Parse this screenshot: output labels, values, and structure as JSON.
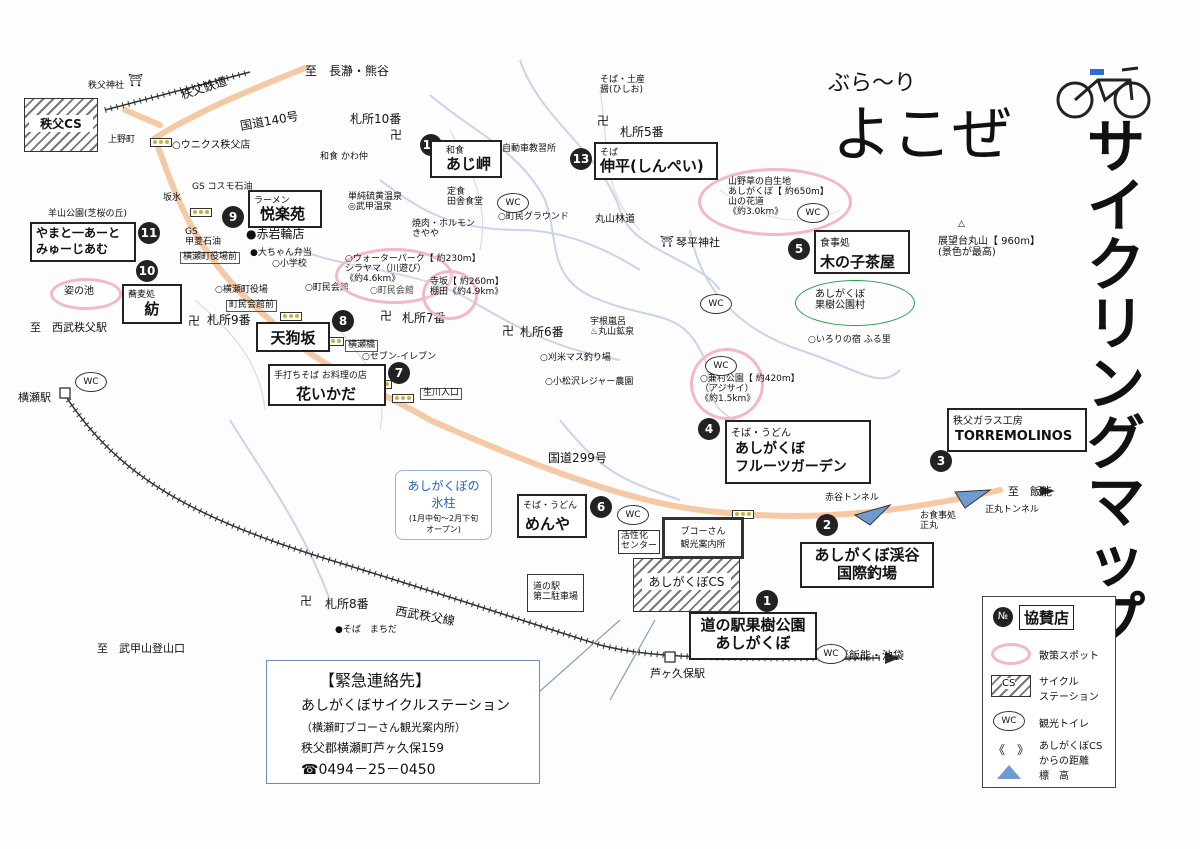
{
  "title": {
    "pre": "ぶら～り",
    "main": "よこぜ",
    "vertical": "サイクリングマップ"
  },
  "roads": {
    "route140": "国道140号",
    "route299": "国道299号",
    "chichibu_rail": "秩父鉄道",
    "seibu_line": "西武秩父線",
    "to_nagatoro": "至　長瀞・熊谷",
    "to_hanno_top": "至　飯能",
    "to_hanno_ikebukuro": "至飯能・池袋",
    "to_seibu_chichibu": "至　西武秩父駅",
    "to_buko": "至　武甲山登山口"
  },
  "stations": {
    "yokoze": "横瀬駅",
    "ashigakubo": "芦ヶ久保駅",
    "uenocho": "上野町",
    "chichibu_shrine": "秩父神社",
    "chichibu_cs": "秩父CS"
  },
  "sponsors": [
    {
      "no": "1",
      "category": "",
      "name": "道の駅果樹公園\nあしがくぼ"
    },
    {
      "no": "2",
      "category": "",
      "name": "あしがくぼ渓谷\n国際釣場"
    },
    {
      "no": "3",
      "category": "秩父ガラス工房",
      "name": "TORREMOLINOS"
    },
    {
      "no": "4",
      "category": "そば・うどん",
      "name": "あしがくぼ\nフルーツガーデン"
    },
    {
      "no": "5",
      "category": "食事処",
      "name": "木の子茶屋"
    },
    {
      "no": "6",
      "category": "そば・うどん",
      "name": "めんや"
    },
    {
      "no": "7",
      "category": "手打ちそば お料理の店",
      "name": "花いかだ"
    },
    {
      "no": "8",
      "category": "",
      "name": "天狗坂"
    },
    {
      "no": "9",
      "category": "ラーメン",
      "name": "悦楽苑"
    },
    {
      "no": "10",
      "category": "蕎麦処",
      "name": "紡"
    },
    {
      "no": "11",
      "category": "羊山公園(芝桜の丘)",
      "name": "やまと一あーと\nみゅーじあむ"
    },
    {
      "no": "12",
      "category": "和食",
      "name": "あじ岬"
    },
    {
      "no": "13",
      "category": "そば",
      "name": "伸平(しんぺい)"
    }
  ],
  "spots": {
    "yamanohanamichi": "山野草の自生地\nあしがくぼ【 約650m】\n山の花道\n《約3.0km》",
    "waterpark": "○ウォーターパーク【 約230m】\nシラヤマ（川遊び）\n《約4.6km》",
    "terasaka": "寺坂【 約260m】\n棚田《約4.9km》",
    "kenmura": "○兼村公園【 約420m】\n（アジサイ）\n《約1.5km》",
    "sugata_pond": "姿の池",
    "tenbodai": "展望台丸山【 960m】\n(景色が最高)"
  },
  "places": {
    "unicus": "○ウニクス秩父店",
    "sakahi": "坂氷",
    "cosmo": "GS コスモ石油",
    "kobishi": "GS\n甲菱石油",
    "yokoze_office_front": "横瀬町役場前",
    "akaiwa": "●赤岩輪店",
    "daiyaki": "●大ちゃん弁当",
    "elementary": "○小学校",
    "town_office": "○横瀬町役場",
    "community_hall": "○町民会館",
    "town_hall_front": "町民会館前",
    "town_hall2": "○町民会館",
    "seven": "○セブン-イレブン",
    "yokoze_bridge": "横瀬橋",
    "ikusegawa": "生川入口",
    "jidosha": "自動車教習所",
    "kawanaka": "和食 かわ仲",
    "shokudo": "定食\n田舎食堂",
    "yakiniku": "焼肉・ホルモン\nきやや",
    "tanmachi_onsen": "単純硫黄温泉\n◎武甲温泉",
    "ground": "○町民グラウンド",
    "soba_hishio": "そば・土産\n醤(ひしお)",
    "maruyama_rindo": "丸山林道",
    "kotohira": "琴平神社",
    "fruit_village": "あしがくぼ\n果樹公園村",
    "irori": "○いろりの宿 ふる里",
    "kariyone": "○刈米マス釣り場",
    "komatsuzawa": "○小松沢レジャー農園",
    "mukaiyama": "宇根嵐呂\n♨丸山鉱泉",
    "hyochu_title": "あしがくぼの\n氷柱",
    "hyochu_period": "(1月中旬～2月下旬\nオープン)",
    "kasseika": "活性化\nセンター",
    "bukosan_info": "ブコーさん\n観光案内所",
    "michinoeki_parking": "道の駅\n第二駐車場",
    "ashigakubo_cs": "あしがくぼCS",
    "akaya_tunnel": "赤谷トンネル",
    "shomaru_tunnel": "正丸トンネル",
    "shokujidokoro": "お食事処\n正丸",
    "soba_machida": "●そば　まちだ"
  },
  "fudasho": [
    "札所10番",
    "札所5番",
    "札所7番",
    "札所6番",
    "札所9番",
    "札所8番"
  ],
  "wc": "WC",
  "emergency": {
    "title": "【緊急連絡先】",
    "name": "あしがくぼサイクルステーション",
    "sub": "（横瀬町ブコーさん観光案内所）",
    "address": "秩父郡横瀬町芦ヶ久保159",
    "tel": "☎0494－25－0450"
  },
  "legend": {
    "no_label": "№",
    "no_text": "協賛店",
    "spot": "散策スポット",
    "cs": "サイクル\nステーション",
    "wc": "観光トイレ",
    "distance": "あしがくぼCS\nからの距離",
    "altitude": "標　高",
    "cs_mark": "CS",
    "bracket_mark": "《　》"
  },
  "colors": {
    "road": "#f5c9a4",
    "stream": "#c9d3ee",
    "spot_ring": "#f2b8c3",
    "hyochu": "#2b62b8",
    "sakura": "#22a045"
  }
}
